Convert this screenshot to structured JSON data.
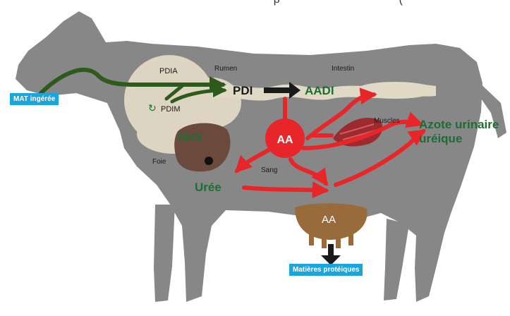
{
  "top_text": "                               p                                      (",
  "labels": {
    "mat_ingeree": "MAT ingérée",
    "pdia": "PDIA",
    "pdim": "PDIM",
    "pdim_symbol": "↻",
    "rumen": "Rumen",
    "pdi": "PDI",
    "aadi": "AADI",
    "intestin": "Intestin",
    "nh3": "NH3",
    "foie": "Foie",
    "aa_blood": "AA",
    "sang": "Sang",
    "muscles": "Muscles",
    "azote_line1": "Azote urinaire",
    "azote_line2": "uréique",
    "uree": "Urée",
    "aa_udder": "AA",
    "matieres_proteiques": "Matières protéiques"
  },
  "colors": {
    "cow_body": "#878787",
    "rumen": "#ddd5c1",
    "green_label": "#1d6e31",
    "dark_green_line": "#2f5a1e",
    "red_flow": "#e8262a",
    "black_arrow": "#1a1a1a",
    "liver": "#6b4a3d",
    "udder": "#9a6b3a",
    "tag_blue": "#19a6dd"
  }
}
